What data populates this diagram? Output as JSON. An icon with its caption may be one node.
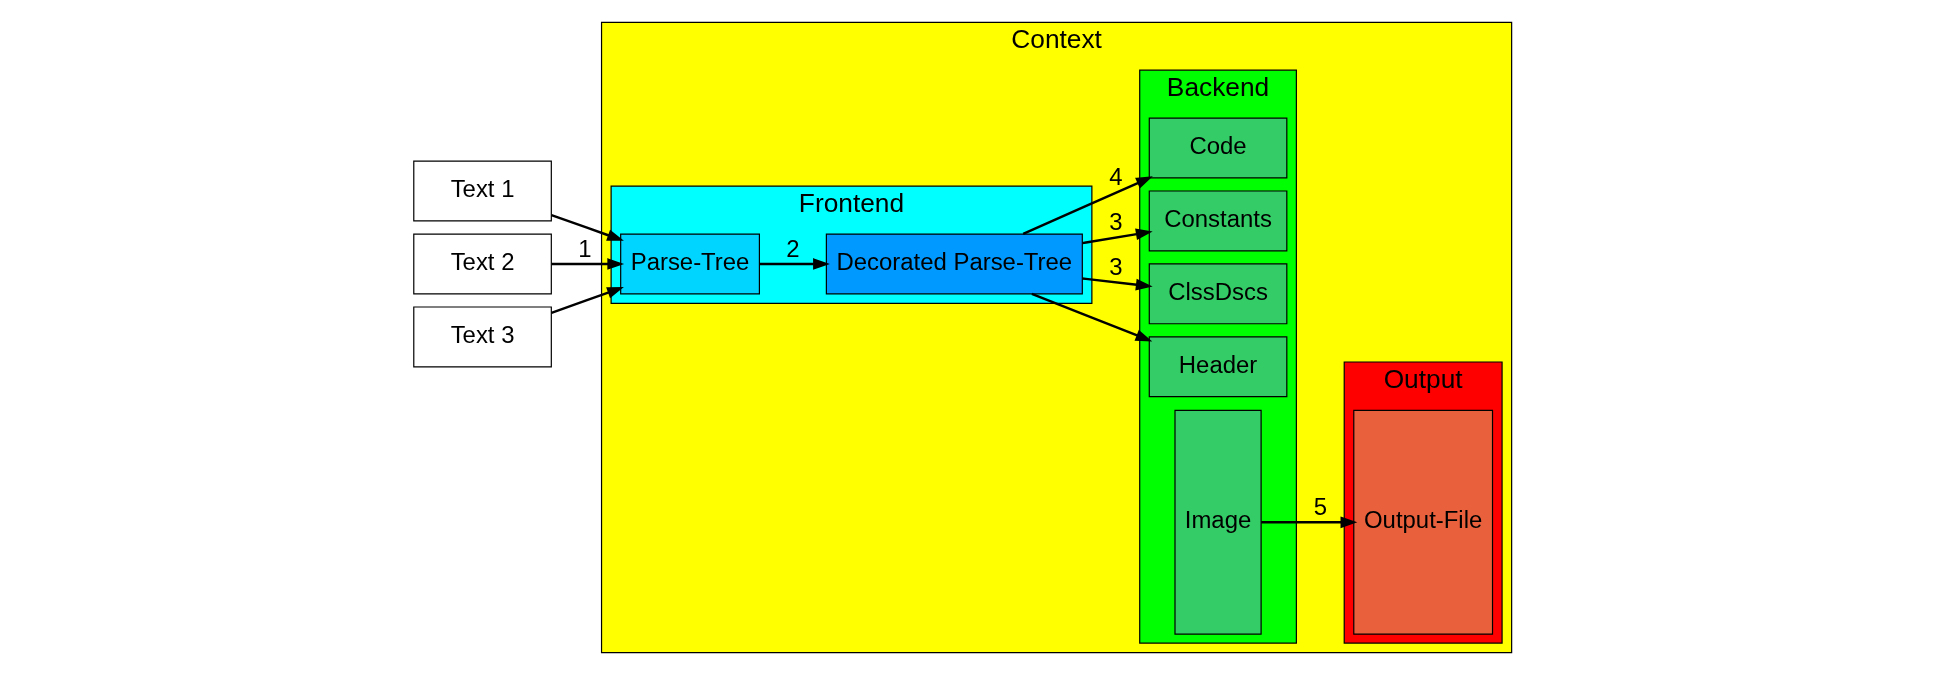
{
  "diagram": {
    "nodes": [
      {
        "text": [
          "Context"
        ]
      },
      {
        "text": [
          "Text 1"
        ]
      },
      {
        "text": [
          "Text 2"
        ]
      },
      {
        "text": [
          "Text 3"
        ]
      },
      {
        "text": [
          "Frontend"
        ],
        "in": 0
      },
      {
        "text": [
          "Backend"
        ],
        "in": 0
      },
      {
        "text": [
          "Output"
        ],
        "in": 0
      },
      {
        "text": [
          "Parse-Tree"
        ],
        "in": 4
      },
      {
        "text": [
          "Decorated Parse-Tree"
        ],
        "in": 4
      },
      {
        "text": [
          "Header"
        ],
        "in": 5
      },
      {
        "text": [
          "ClssDscs"
        ],
        "in": 5
      },
      {
        "text": [
          "Constants"
        ],
        "in": 5
      },
      {
        "text": [
          "Code"
        ],
        "in": 5
      },
      {
        "text": [
          "Image"
        ],
        "in": 5
      },
      {
        "text": [
          "Output-File"
        ],
        "in": 6
      }
    ],
    "edges": [
      {
        "from": 1,
        "to": 7,
        "arrow": "to"
      },
      {
        "from": 2,
        "to": 7,
        "arrow": "to",
        "label": "1"
      },
      {
        "from": 3,
        "to": 7,
        "arrow": "to"
      },
      {
        "from": 7,
        "to": 8,
        "arrow": "to",
        "label": "2"
      },
      {
        "from": 8,
        "to": 9,
        "arrow": "to"
      },
      {
        "from": 8,
        "to": 10,
        "arrow": "to",
        "label": "3"
      },
      {
        "from": 8,
        "to": 11,
        "arrow": "to",
        "label": "3"
      },
      {
        "from": 8,
        "to": 12,
        "arrow": "to",
        "label": "4"
      },
      {
        "from": 13,
        "to": 14,
        "arrow": "to",
        "label": "5"
      }
    ]
  }
}
